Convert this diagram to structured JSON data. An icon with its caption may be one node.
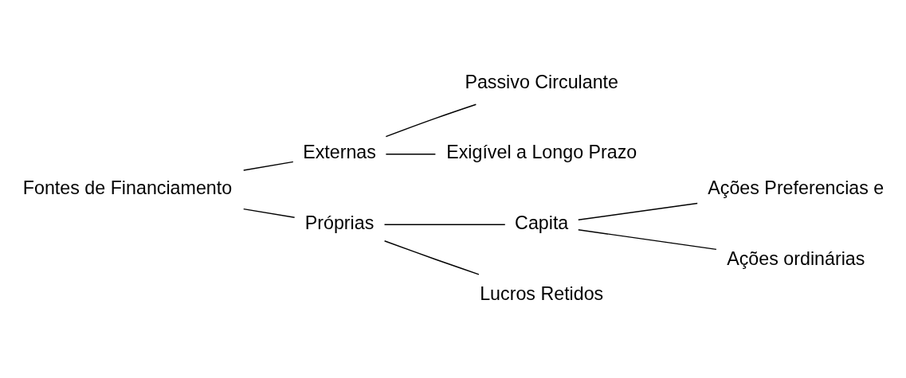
{
  "diagram": {
    "nodes": [
      {
        "text": [
          "Fontes de Financiamento"
        ]
      },
      {
        "text": [
          "Externas"
        ]
      },
      {
        "text": [
          "Passivo Circulante"
        ]
      },
      {
        "text": [
          "Exigível a Longo Prazo"
        ]
      },
      {
        "text": [
          "Próprias"
        ]
      },
      {
        "text": [
          "Capita"
        ]
      },
      {
        "text": [
          "Ações Preferencias e"
        ]
      },
      {
        "text": [
          "Ações ordinárias"
        ]
      },
      {
        "text": [
          "Lucros Retidos"
        ]
      }
    ],
    "edges": [
      {
        "from": 0,
        "to": 1,
        "arrow": "none"
      },
      {
        "from": 0,
        "to": 4,
        "arrow": "none"
      },
      {
        "from": 1,
        "to": 2,
        "arrow": "none"
      },
      {
        "from": 1,
        "to": 3,
        "arrow": "none"
      },
      {
        "from": 4,
        "to": 5,
        "arrow": "none"
      },
      {
        "from": 4,
        "to": 8,
        "arrow": "none"
      },
      {
        "from": 5,
        "to": 6,
        "arrow": "none"
      },
      {
        "from": 5,
        "to": 7,
        "arrow": "none"
      }
    ]
  }
}
